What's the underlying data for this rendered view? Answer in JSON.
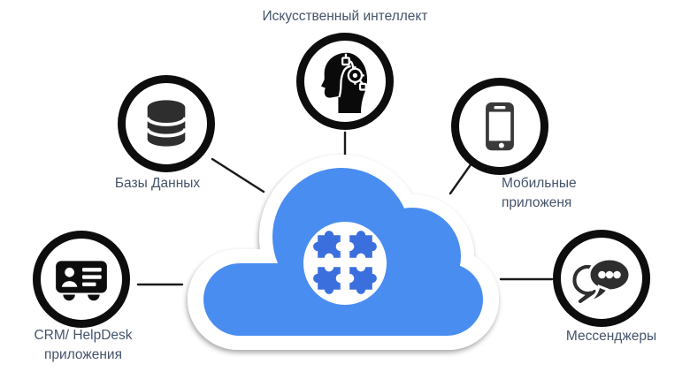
{
  "diagram": {
    "nodes": [
      {
        "id": "ai",
        "label": "Искусственный интеллект",
        "icon": "ai-head-icon"
      },
      {
        "id": "databases",
        "label": "Базы Данных",
        "icon": "database-icon"
      },
      {
        "id": "mobile-apps",
        "label": "Мобильные\nприложеня",
        "icon": "smartphone-icon"
      },
      {
        "id": "crm-helpdesk",
        "label": "CRM/ HelpDesk\nприложения",
        "icon": "contact-card-icon"
      },
      {
        "id": "messengers",
        "label": "Мессенджеры",
        "icon": "chat-bubbles-icon"
      }
    ],
    "center": {
      "id": "integration-cloud",
      "icon": "puzzle-pieces-icon"
    },
    "colors": {
      "cloud_fill": "#4a8df0",
      "cloud_border": "#ffffff",
      "puzzle_fill": "#3b6fdd",
      "badge_fill": "#ffffff",
      "ring_black": "#0d0d0d",
      "glyph_dark": "#2e2e2e",
      "label_text": "#44546a",
      "connector": "#1a1a1a",
      "background": "#ffffff"
    }
  }
}
